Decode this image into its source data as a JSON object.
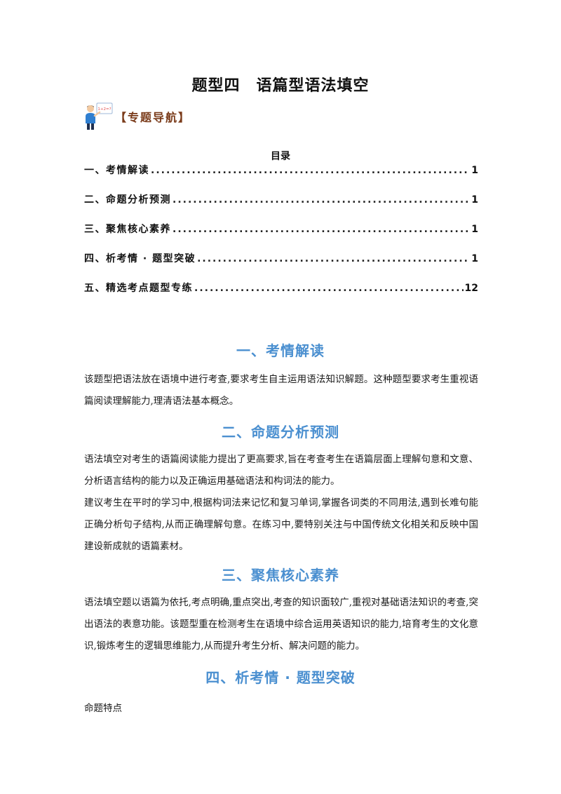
{
  "document": {
    "title": "题型四　语篇型语法填空",
    "nav_label": "【专题导航】",
    "nav_icon": "teacher-whiteboard-icon",
    "board_text": "1+2=?"
  },
  "toc": {
    "heading": "目录",
    "entries": [
      {
        "label": "一、考情解读",
        "page": "1"
      },
      {
        "label": "二、命题分析预测",
        "page": "1"
      },
      {
        "label": "三、聚焦核心素养",
        "page": "1"
      },
      {
        "label": "四、析考情 · 题型突破",
        "page": "1"
      },
      {
        "label": "五、精选考点题型专练",
        "page": "12"
      }
    ]
  },
  "sections": [
    {
      "heading": "一、考情解读",
      "paragraphs": [
        "该题型把语法放在语境中进行考查,要求考生自主运用语法知识解题。这种题型要求考生重视语篇阅读理解能力,理清语法基本概念。"
      ]
    },
    {
      "heading": "二、命题分析预测",
      "paragraphs": [
        "语法填空对考生的语篇阅读能力提出了更高要求,旨在考查考生在语篇层面上理解句意和文意、分析语言结构的能力以及正确运用基础语法和构词法的能力。",
        "建议考生在平时的学习中,根据构词法来记忆和复习单词,掌握各词类的不同用法,遇到长难句能正确分析句子结构,从而正确理解句意。在练习中,要特别关注与中国传统文化相关和反映中国建设新成就的语篇素材。"
      ]
    },
    {
      "heading": "三、聚焦核心素养",
      "paragraphs": [
        "语法填空题以语篇为依托,考点明确,重点突出,考查的知识面较广,重视对基础语法知识的考查,突出语法的表意功能。该题型重在检测考生在语境中综合运用英语知识的能力,培育考生的文化意识,锻炼考生的逻辑思维能力,从而提升考生分析、解决问题的能力。"
      ]
    },
    {
      "heading": "四、析考情 · 题型突破",
      "paragraphs": [
        "命题特点"
      ]
    }
  ],
  "colors": {
    "section_heading": "#4a8fd0",
    "nav_label": "#7a3b1a"
  }
}
